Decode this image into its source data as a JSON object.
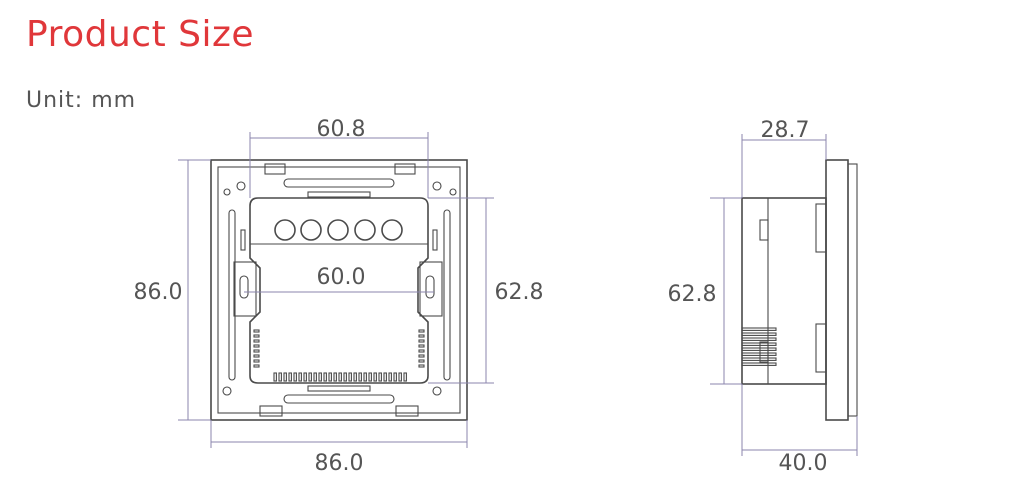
{
  "title": "Product Size",
  "unit_label": "Unit: mm",
  "colors": {
    "title": "#e0373a",
    "text": "#555555",
    "dimension_line": "#8b86ad",
    "outline": "#4a4a4a"
  },
  "front_view": {
    "width_top": "60.8",
    "width_bottom": "86.0",
    "height_left": "86.0",
    "height_right": "62.8",
    "inner_width": "60.0"
  },
  "side_view": {
    "depth_top": "28.7",
    "depth_bottom": "40.0",
    "height_left": "62.8"
  }
}
